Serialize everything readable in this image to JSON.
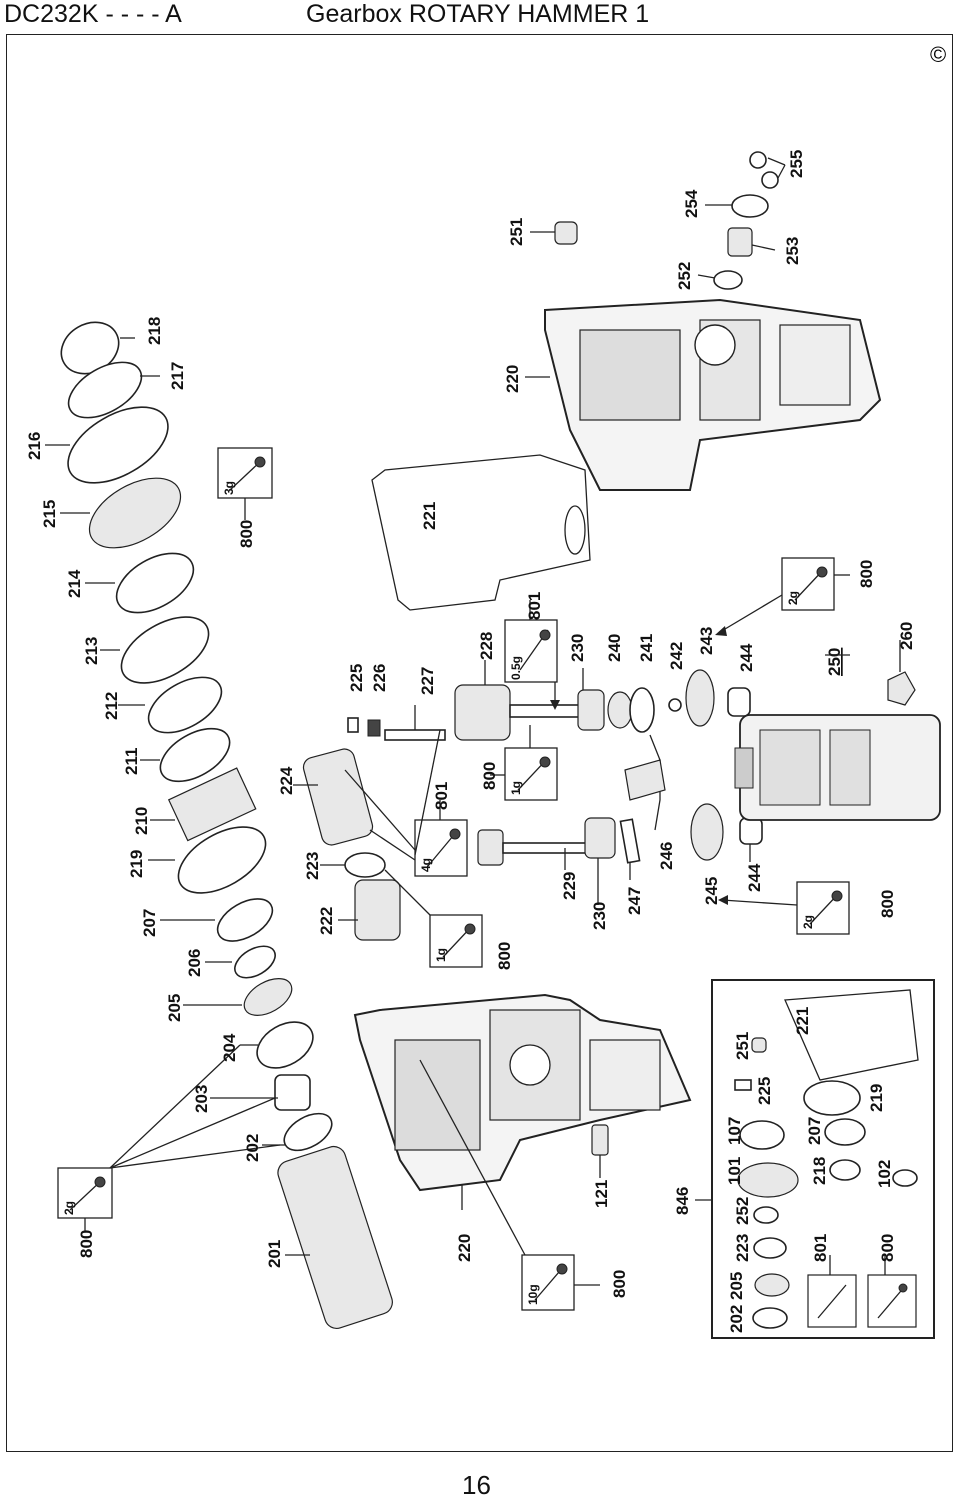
{
  "header": {
    "model": "DC232K - - - - A",
    "title": "Gearbox ROTARY HAMMER 1",
    "copyright": "©"
  },
  "page_number": "16",
  "part_labels": {
    "p201": "201",
    "p202": "202",
    "p203": "203",
    "p204": "204",
    "p205": "205",
    "p206": "206",
    "p207": "207",
    "p219": "219",
    "p210": "210",
    "p211": "211",
    "p212": "212",
    "p213": "213",
    "p214": "214",
    "p215": "215",
    "p216": "216",
    "p217": "217",
    "p218": "218",
    "p800a": "800",
    "p800b": "800",
    "p800c": "800",
    "p800d": "800",
    "p800e": "800",
    "p800f": "800",
    "p220a": "220",
    "p220b": "220",
    "p221": "221",
    "p222": "222",
    "p223": "223",
    "p224": "224",
    "p225": "225",
    "p226": "226",
    "p227": "227",
    "p228": "228",
    "p801a": "801",
    "p801b": "801",
    "p229": "229",
    "p230a": "230",
    "p230b": "230",
    "p240": "240",
    "p241": "241",
    "p242": "242",
    "p243": "243",
    "p244a": "244",
    "p244b": "244",
    "p245": "245",
    "p246": "246",
    "p247": "247",
    "p250": "250",
    "p251": "251",
    "p252": "252",
    "p253": "253",
    "p254": "254",
    "p255": "255",
    "p260": "260",
    "p121": "121",
    "p846": "846"
  },
  "grease_labels": {
    "g3": "3g",
    "g2a": "2g",
    "g2b": "2g",
    "g2c": "2g",
    "g05": "0.5g",
    "g1a": "1g",
    "g1b": "1g",
    "g4": "4g",
    "g10": "10g"
  },
  "kit_labels": {
    "k221": "221",
    "k251": "251",
    "k225": "225",
    "k219": "219",
    "k107": "107",
    "k207": "207",
    "k101": "101",
    "k218": "218",
    "k102": "102",
    "k252": "252",
    "k223": "223",
    "k801": "801",
    "k800": "800",
    "k205": "205",
    "k202": "202"
  }
}
